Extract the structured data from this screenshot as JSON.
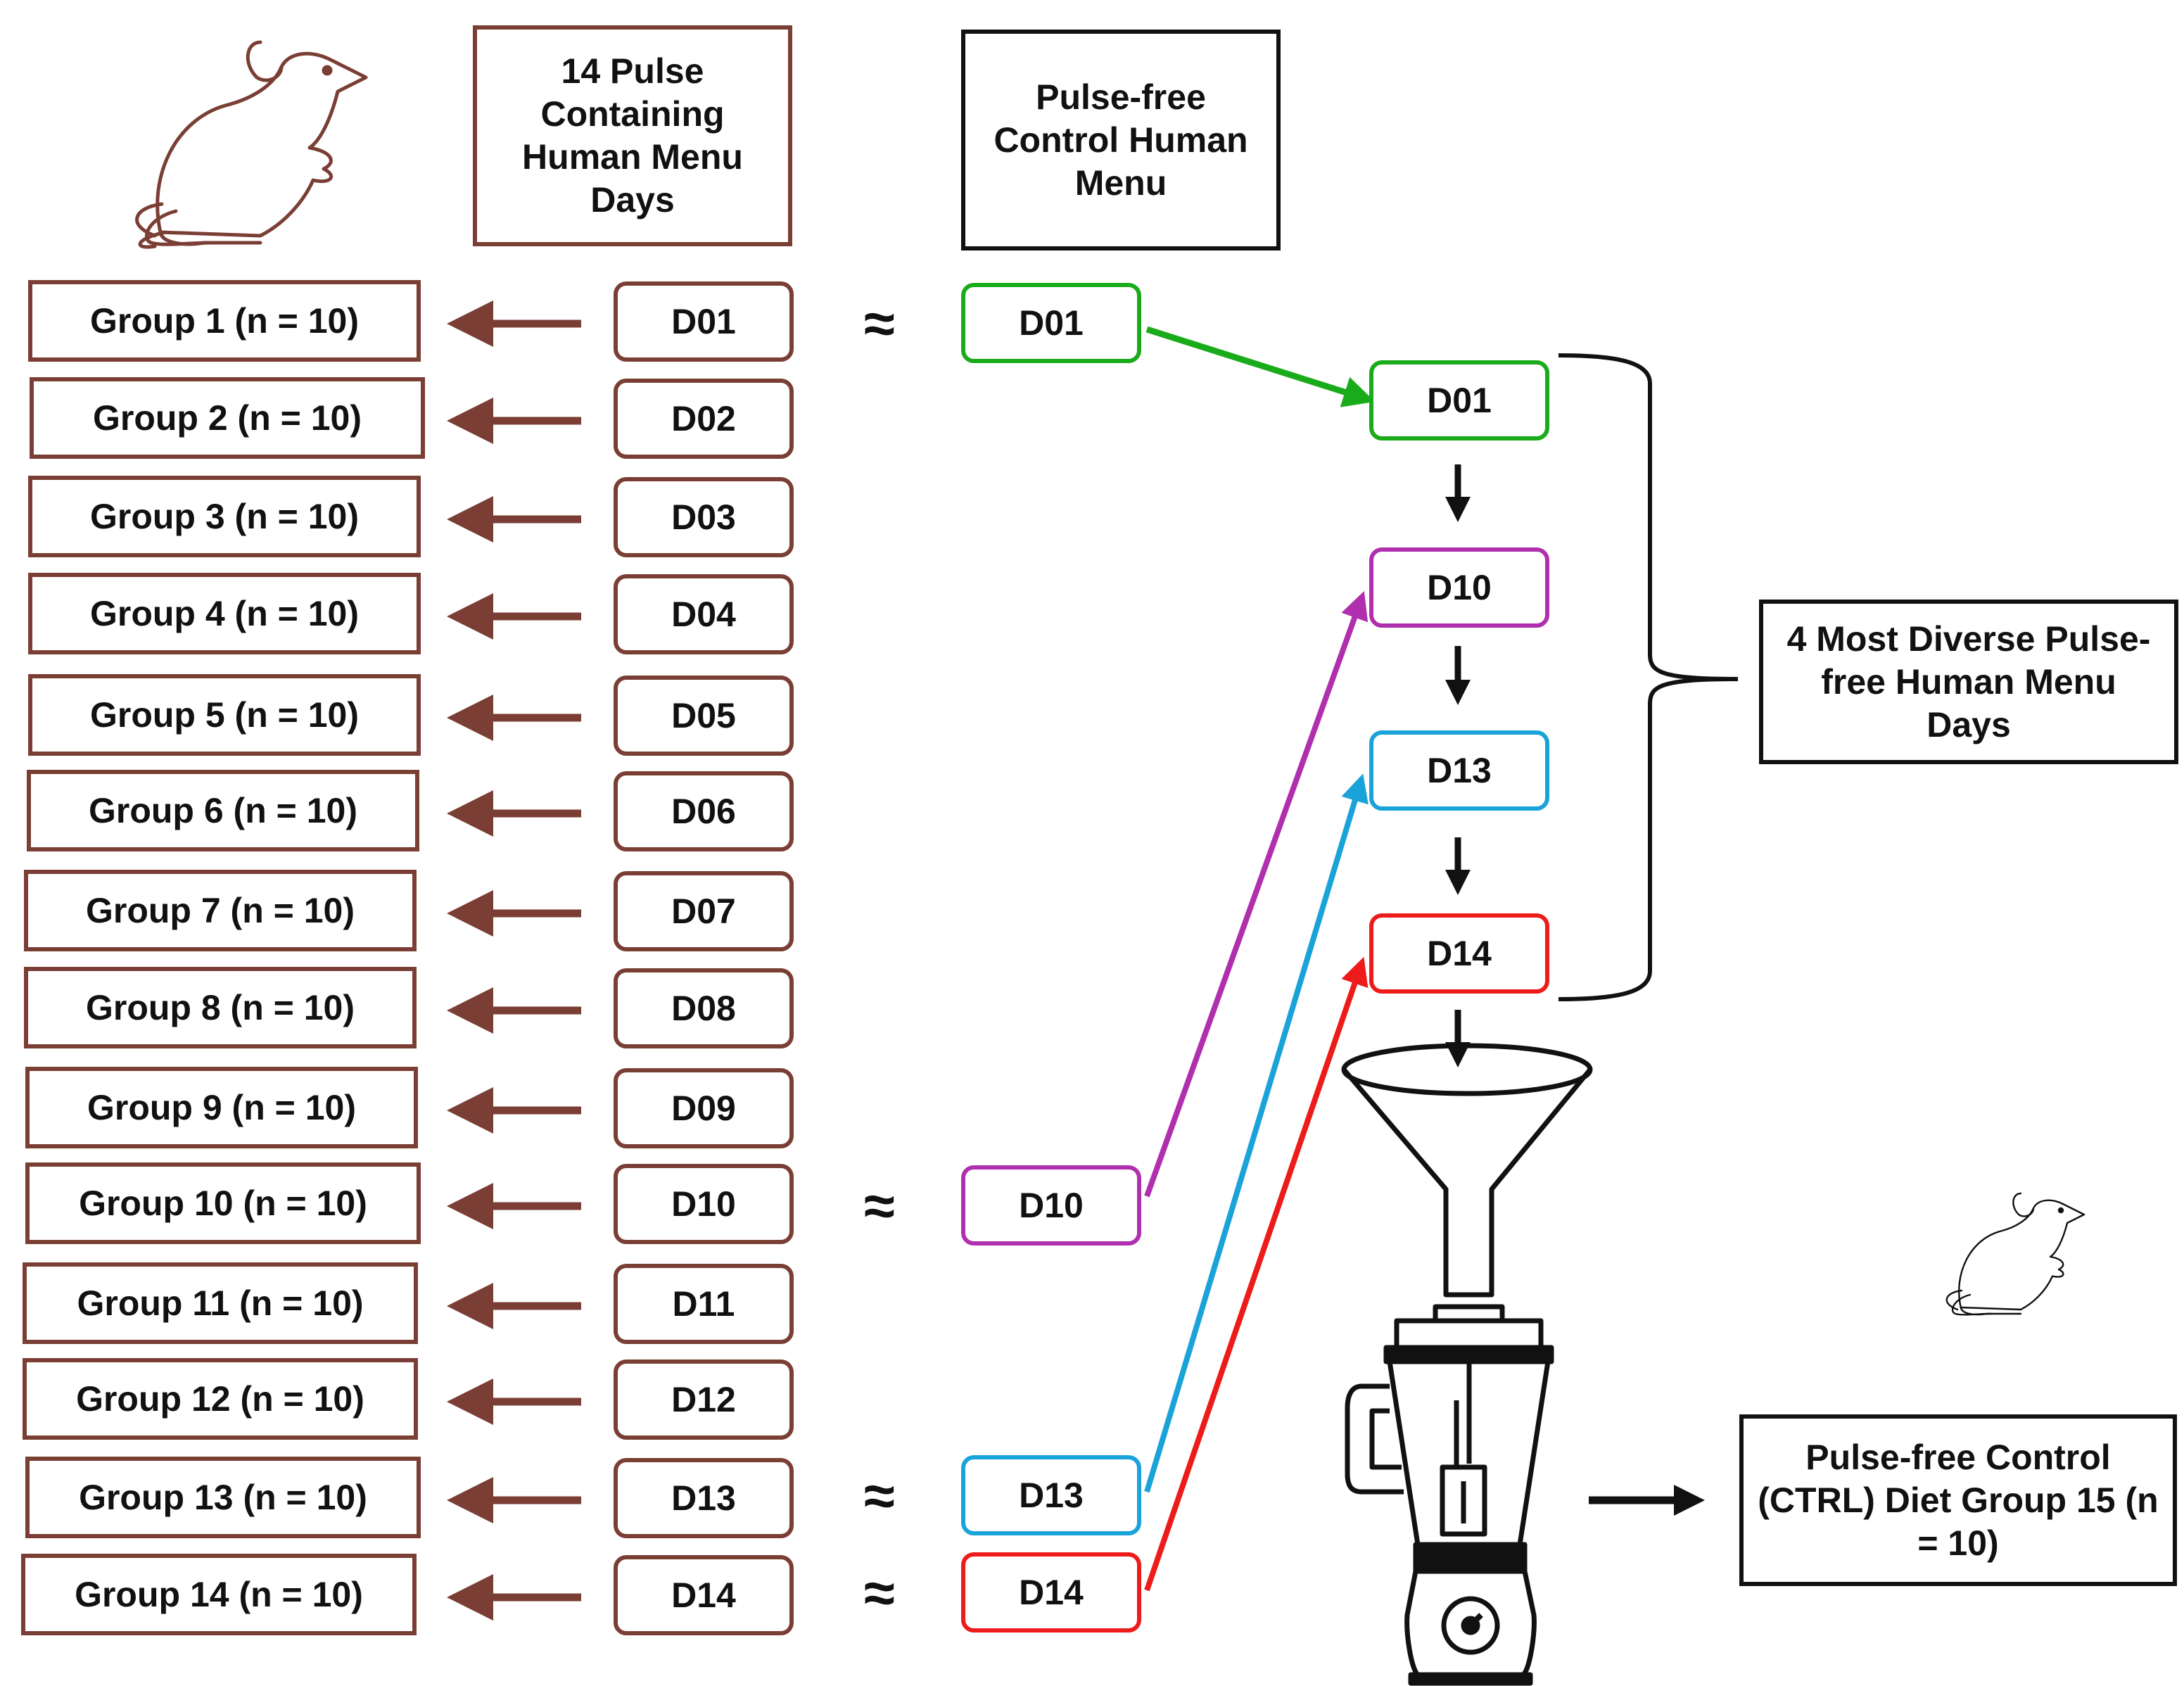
{
  "headers": {
    "pulse_menu": "14 Pulse Containing Human Menu Days",
    "control_menu": "Pulse-free Control Human Menu"
  },
  "groups": [
    "Group 1 (n = 10)",
    "Group 2 (n = 10)",
    "Group 3 (n = 10)",
    "Group 4 (n = 10)",
    "Group 5 (n = 10)",
    "Group 6 (n = 10)",
    "Group 7 (n = 10)",
    "Group 8 (n = 10)",
    "Group 9 (n = 10)",
    "Group 10 (n = 10)",
    "Group 11 (n = 10)",
    "Group 12 (n = 10)",
    "Group 13 (n = 10)",
    "Group 14 (n = 10)"
  ],
  "pulse_days": [
    "D01",
    "D02",
    "D03",
    "D04",
    "D05",
    "D06",
    "D07",
    "D08",
    "D09",
    "D10",
    "D11",
    "D12",
    "D13",
    "D14"
  ],
  "approx_symbol": "≈",
  "control_days": [
    {
      "label": "D01",
      "color": "#1aab1a"
    },
    {
      "label": "D10",
      "color": "#b02fae"
    },
    {
      "label": "D13",
      "color": "#19a3d8"
    },
    {
      "label": "D14",
      "color": "#ee1b1b"
    }
  ],
  "diverse_days": [
    {
      "label": "D01",
      "color": "#1aab1a"
    },
    {
      "label": "D10",
      "color": "#b02fae"
    },
    {
      "label": "D13",
      "color": "#19a3d8"
    },
    {
      "label": "D14",
      "color": "#ee1b1b"
    }
  ],
  "diverse_label": "4 Most Diverse Pulse-free Human Menu Days",
  "ctrl_diet_label": "Pulse-free Control (CTRL) Diet Group 15  (n = 10)",
  "colors": {
    "brown": "#7a3e34",
    "black": "#111111"
  },
  "icons": [
    "mouse-icon",
    "funnel-icon",
    "blender-icon"
  ]
}
